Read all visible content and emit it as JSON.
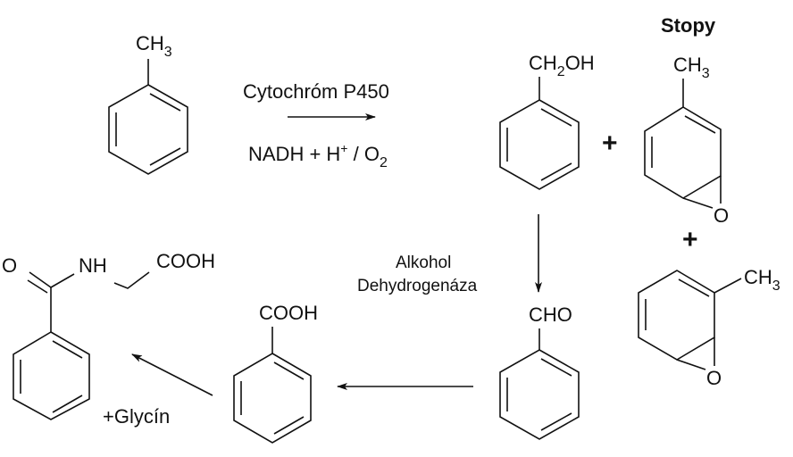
{
  "title_traces": "Stopy",
  "reagents": {
    "enzyme_top": "Cytochróm P450",
    "cofactor_prefix": "NADH + H",
    "cofactor_sup": "+",
    "cofactor_mid": " / O",
    "cofactor_sub": "2",
    "enzyme_mid_1": "Alkohol",
    "enzyme_mid_2": "Dehydrogenáza",
    "glycine": "+Glycín"
  },
  "plus": "+",
  "groups": {
    "toluene_ch": "CH",
    "toluene_sub": "3",
    "benzyl_ch": "CH",
    "benzyl_sub": "2",
    "benzyl_oh": "OH",
    "epox1_ch": "CH",
    "epox1_sub": "3",
    "epox1_o": "O",
    "epox2_ch": "CH",
    "epox2_sub": "3",
    "epox2_o": "O",
    "aldehyde": "CHO",
    "acid": "COOH",
    "hippuric_o": "O",
    "hippuric_nh": "NH",
    "hippuric_cooh": "COOH"
  }
}
